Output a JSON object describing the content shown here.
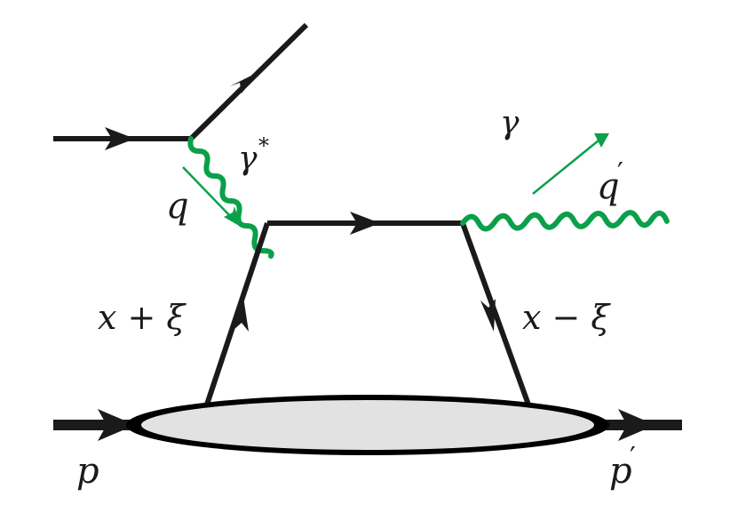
{
  "diagram": {
    "labels": {
      "virtual_photon": "γ",
      "virtual_star": "*",
      "real_photon": "γ",
      "q": "q",
      "q_prime": "q",
      "prime_mark": "′",
      "x_plus_xi": "x + ξ",
      "x_minus_xi": "x − ξ",
      "p": "p",
      "p_prime": "p"
    },
    "colors": {
      "line": "#1a1a1a",
      "photon": "#0aa04a",
      "blob_fill": "#e2e2e2",
      "blob_border": "#000000"
    }
  }
}
